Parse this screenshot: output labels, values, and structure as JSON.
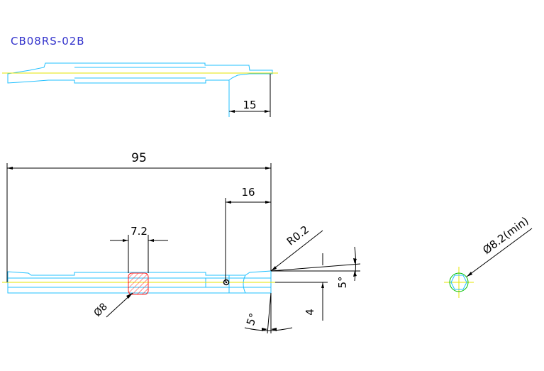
{
  "title": "CB08RS-02B",
  "dimensions": {
    "top_tip_length": "15",
    "overall_length": "95",
    "tip_length": "16",
    "profile_width": "7.2",
    "diameter": "Ø8",
    "tip_radius": "R0.2",
    "tip_angle_top": "5°",
    "tip_offset": "4",
    "tip_angle_bottom": "5°",
    "min_bore": "Ø8.2(min)"
  },
  "colors": {
    "outline": "#20c0ff",
    "centerline": "#e6e600",
    "dimension": "#000000",
    "hatch": "#ff2020",
    "end_view": "#00c000",
    "title": "#3333cc"
  }
}
